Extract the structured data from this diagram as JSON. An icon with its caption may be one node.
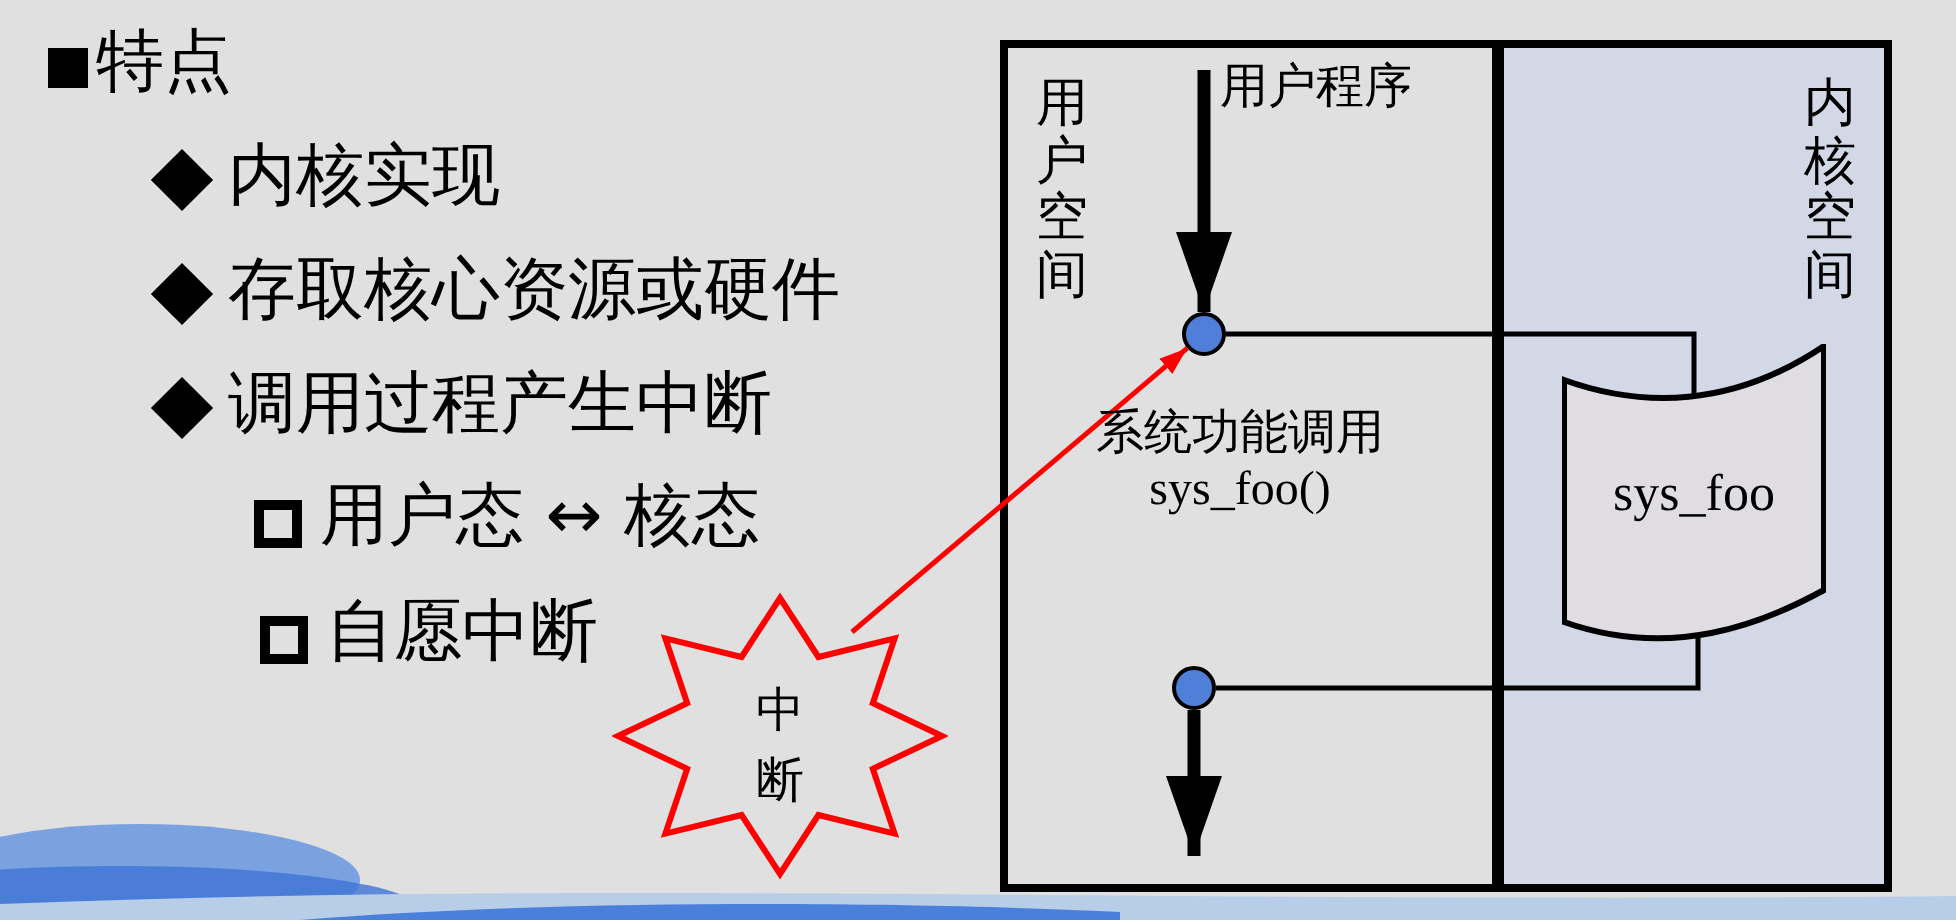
{
  "diagram": {
    "nodes": [
      {
        "text": [
          "用户空间"
        ]
      },
      {
        "text": [
          "内核空间"
        ]
      },
      {
        "text": [],
        "shape": "circle",
        "in": 0
      },
      {
        "text": [
          "sys_foo"
        ],
        "in": 1
      },
      {
        "text": [],
        "shape": "circle",
        "in": 0
      },
      {
        "text": [
          "中断"
        ]
      }
    ],
    "edges": [
      {
        "from": null,
        "to": 2,
        "arrow": "to",
        "style": "thick"
      },
      {
        "from": 2,
        "to": 3,
        "arrow": "none"
      },
      {
        "from": 3,
        "to": 4,
        "arrow": "none"
      },
      {
        "from": 4,
        "to": null,
        "arrow": "to",
        "style": "thick"
      },
      {
        "from": 5,
        "to": 2,
        "arrow": "to",
        "color": "#ff0000"
      }
    ],
    "labels": [
      "特点",
      "内核实现",
      "存取核心资源或硬件",
      "调用过程产生中断",
      "用户态 ↔ 核态",
      "自愿中断",
      "用户程序",
      "系统功能调用 sys_foo()"
    ]
  }
}
